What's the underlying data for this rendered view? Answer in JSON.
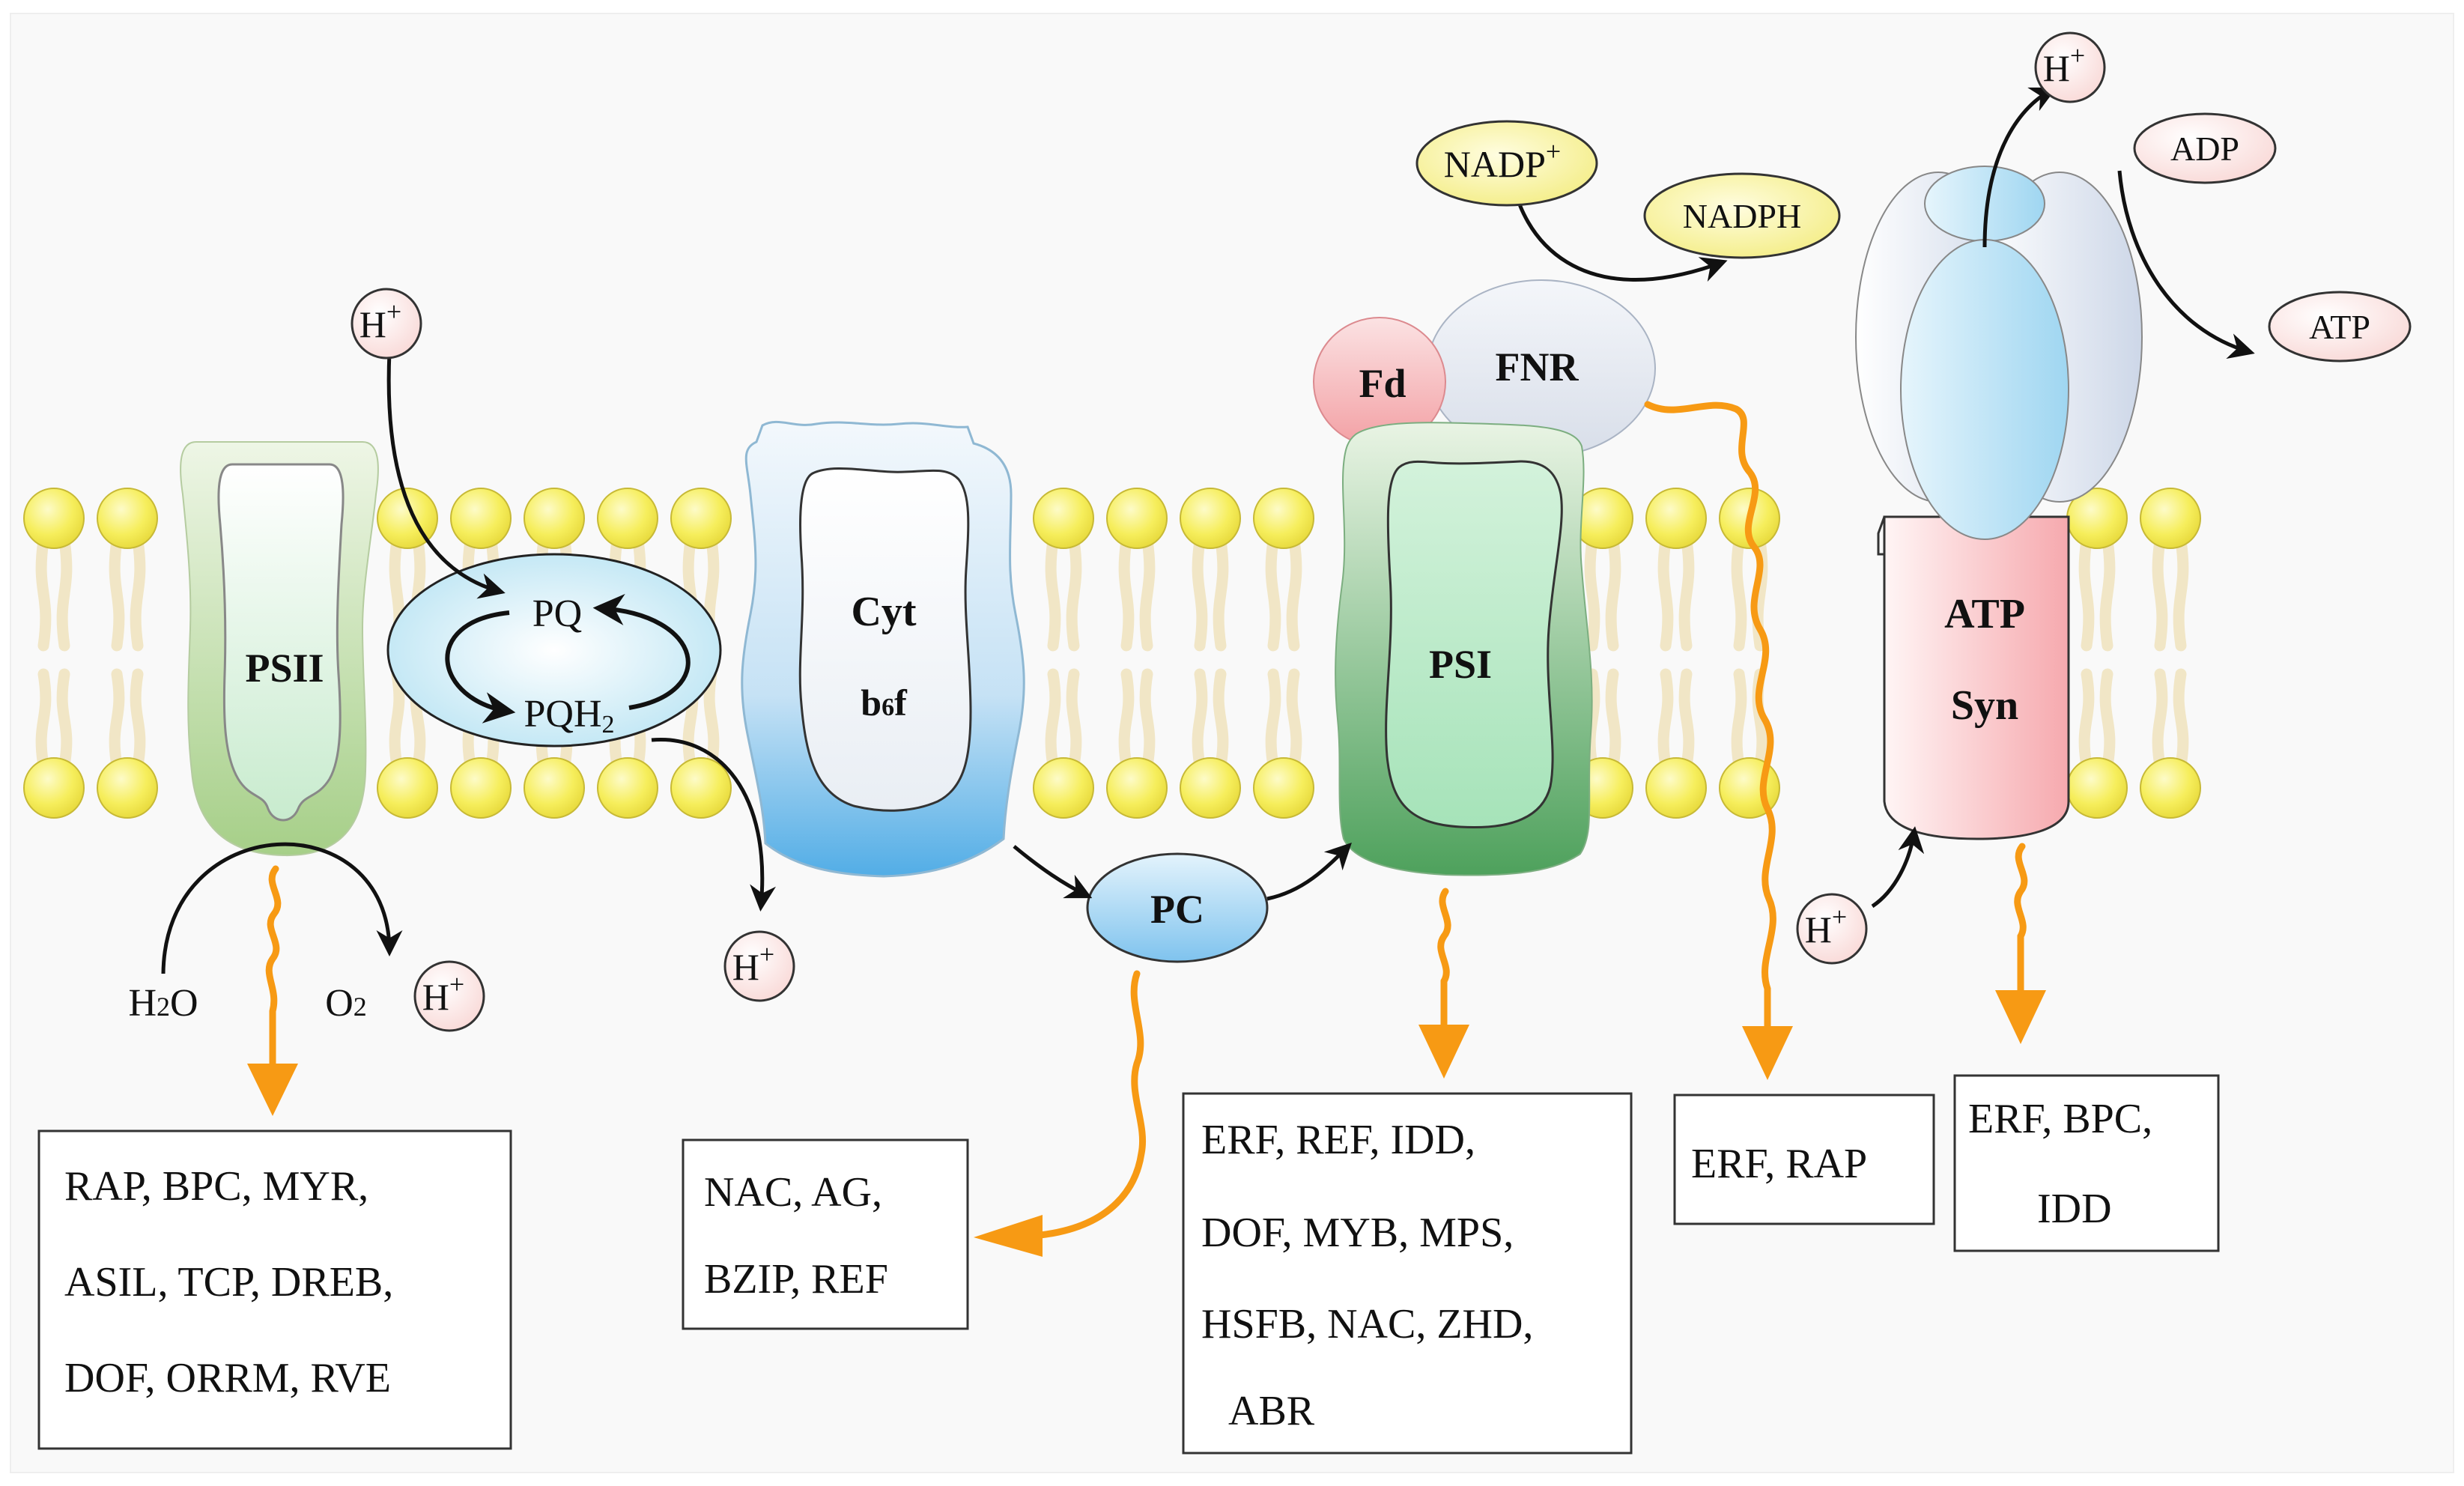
{
  "complexes": {
    "psii": "PSII",
    "pq": "PQ",
    "pqh2": "PQH",
    "pqh2_sub": "2",
    "cyt_line1": "Cyt",
    "cyt_line2_main": "b",
    "cyt_line2_sub": "6",
    "cyt_line2_end": "f",
    "pc": "PC",
    "psi": "PSI",
    "fd": "Fd",
    "fnr": "FNR",
    "atp_line1": "ATP",
    "atp_line2": "Syn"
  },
  "molecules": {
    "h_plus": "H",
    "h_plus_sup": "+",
    "nadp": "NADP",
    "nadp_sup": "+",
    "nadph": "NADPH",
    "adp": "ADP",
    "atp": "ATP",
    "h2o_main": "H",
    "h2o_sub": "2",
    "h2o_end": "O",
    "o2_main": "O",
    "o2_sub": "2"
  },
  "gene_boxes": {
    "psii": [
      "RAP, BPC, MYR,",
      "ASIL, TCP, DREB,",
      "DOF, ORRM, RVE"
    ],
    "pc": [
      "NAC, AG,",
      "BZIP, REF"
    ],
    "psi": [
      "ERF, REF, IDD,",
      "DOF, MYB, MPS,",
      "HSFB, NAC, ZHD,",
      "ABR"
    ],
    "fnr": [
      "ERF, RAP"
    ],
    "atp_syn": [
      "ERF, BPC,",
      "IDD"
    ]
  },
  "colors": {
    "background": "#f9f9f9",
    "lipid_head": "#f4ec52",
    "lipid_tail": "#f1e6c6",
    "psii_green": "#a6cf88",
    "psi_green": "#55a862",
    "cyt_blue": "#5fb4e6",
    "pc_blue": "#8ccbf0",
    "fd_red": "#f3a3a6",
    "fnr_gray": "#dfe4ee",
    "atp_pink": "#f7b4b8",
    "nadp_yellow": "#f5ef8a",
    "h_pink": "#fbe3e2",
    "orange_arrow": "#f79a14"
  }
}
